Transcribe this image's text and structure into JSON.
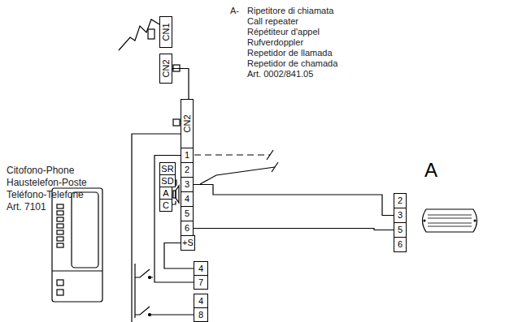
{
  "diagram": {
    "nodes": [
      {
        "text": [
          "CN1"
        ]
      },
      {
        "text": [
          "CN2"
        ]
      },
      {
        "text": [
          "CN2"
        ]
      },
      {
        "text": [
          "1"
        ]
      },
      {
        "text": [
          "2"
        ]
      },
      {
        "text": [
          "3"
        ]
      },
      {
        "text": [
          "4"
        ]
      },
      {
        "text": [
          "5"
        ]
      },
      {
        "text": [
          "6"
        ]
      },
      {
        "text": [
          "+S"
        ]
      },
      {
        "text": [
          "SR"
        ]
      },
      {
        "text": [
          "SD"
        ]
      },
      {
        "text": [
          "A"
        ]
      },
      {
        "text": [
          "C"
        ]
      },
      {
        "text": [
          "4"
        ]
      },
      {
        "text": [
          "7"
        ]
      },
      {
        "text": [
          "4"
        ]
      },
      {
        "text": [
          "8"
        ]
      },
      {
        "text": [
          "2"
        ]
      },
      {
        "text": [
          "3"
        ]
      },
      {
        "text": [
          "5"
        ]
      },
      {
        "text": [
          "6"
        ]
      },
      {
        "text": [
          "A"
        ]
      }
    ],
    "edges": [
      {
        "from": 1,
        "to": 2,
        "arrow": "none"
      },
      {
        "from": 5,
        "to": 19,
        "arrow": "none"
      },
      {
        "from": 8,
        "to": 20,
        "arrow": "none"
      },
      {
        "from": 3,
        "to": 15,
        "arrow": "none"
      },
      {
        "from": 9,
        "to": 14,
        "arrow": "none"
      }
    ],
    "labels": [
      "A-",
      "Ripetitore di chiamata",
      "Call repeater",
      "Répétiteur d'appel",
      "Rufverdoppler",
      "Repetidor de llamada",
      "Repetidor de chamada",
      "Art. 0002/841.05",
      "Citofono-Phone",
      "Haustelefon-Poste",
      "Teléfono-Telefone",
      "Art. 7101"
    ]
  }
}
